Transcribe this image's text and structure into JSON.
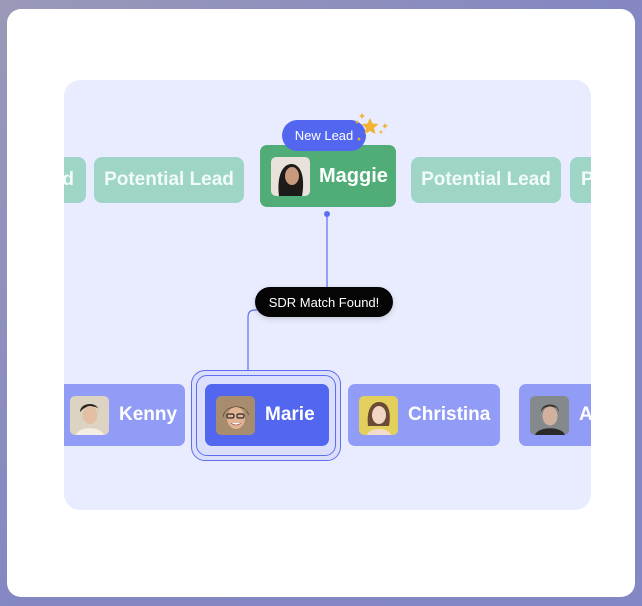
{
  "colors": {
    "background_frame": "#8487c2",
    "card": "#ffffff",
    "canvas": "#e9ecfe",
    "potential_lead": "#9fd5c7",
    "maggie_card": "#51ad77",
    "new_lead_badge": "#5366f0",
    "sdr_badge": "#050505",
    "person_card": "#909cf6",
    "selected_person_card": "#5366f0",
    "connector": "#5d6ff0",
    "star": "#f2b233"
  },
  "top_row": {
    "potential_leads": [
      {
        "label": "Potential Lead",
        "partial_text": "d"
      },
      {
        "label": "Potential Lead"
      },
      {
        "label": "Potential Lead"
      },
      {
        "label": "Potential Lead",
        "partial_text": "P"
      }
    ],
    "lead": {
      "name": "Maggie",
      "badge": "New Lead",
      "avatar_icon": "avatar-maggie"
    }
  },
  "match_badge": {
    "label": "SDR Match Found!"
  },
  "bottom_row": {
    "people": [
      {
        "name": "Kenny",
        "avatar_icon": "avatar-kenny"
      },
      {
        "name": "Marie",
        "avatar_icon": "avatar-marie",
        "selected": true
      },
      {
        "name": "Christina",
        "avatar_icon": "avatar-christina"
      },
      {
        "name": "A",
        "avatar_icon": "avatar-a",
        "partial": true
      }
    ]
  }
}
